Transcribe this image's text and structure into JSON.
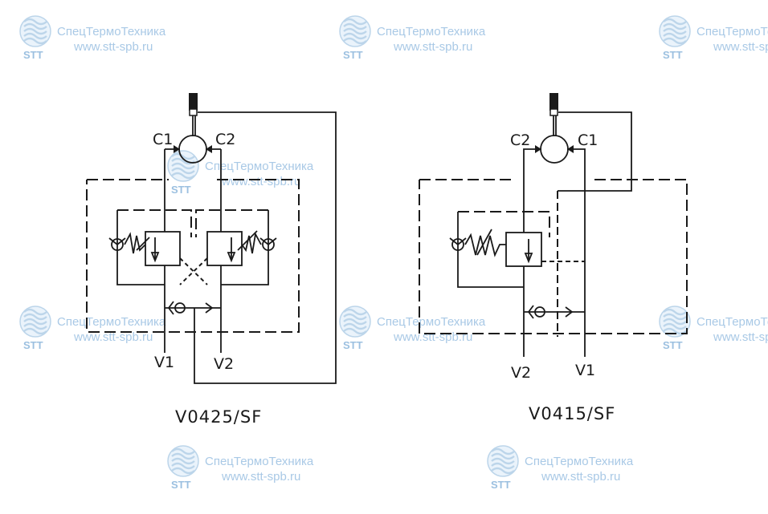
{
  "watermark": {
    "logo_text": "STT",
    "line1": "СпецТермоТехника",
    "line2": "www.stt-spb.ru"
  },
  "left_diagram": {
    "model": "V0425/SF",
    "port_c1": "C1",
    "port_c2": "C2",
    "port_v1": "V1",
    "port_v2": "V2"
  },
  "right_diagram": {
    "model": "V0415/SF",
    "port_c1": "C1",
    "port_c2": "C2",
    "port_v1": "V1",
    "port_v2": "V2"
  }
}
